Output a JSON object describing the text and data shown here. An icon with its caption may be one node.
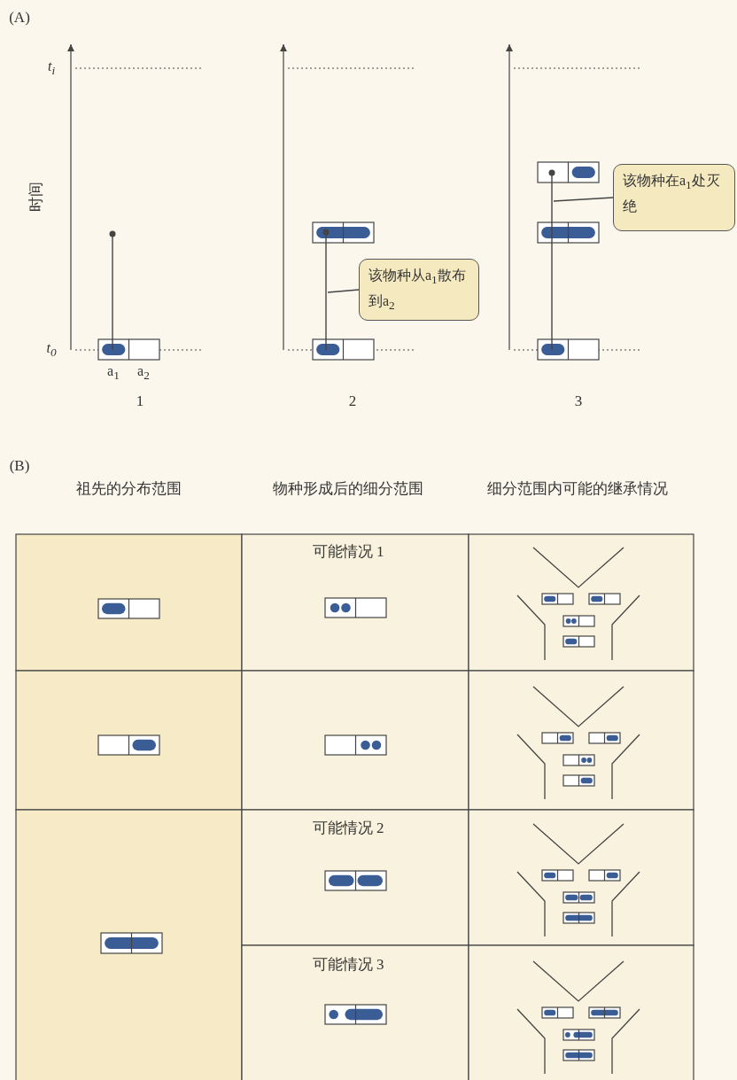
{
  "diagram": {
    "nodes": [
      {
        "text": [
          "该物种从a$_{1}$散布到a$_{2}$"
        ]
      },
      {
        "text": [
          "该物种在a$_{1}$处灭绝"
        ]
      }
    ],
    "edges": [
      {
        "from": 0,
        "to": null,
        "arrow": "none"
      },
      {
        "from": 1,
        "to": null,
        "arrow": "none"
      }
    ],
    "labels": [
      "(A)",
      "t$_{i}$",
      "时间",
      "t$_{0}$",
      "a$_{1}$",
      "a$_{2}$",
      "1",
      "2",
      "3",
      "(B)",
      "祖先的分布范围",
      "物种形成后的细分范围",
      "细分范围内可能的继承情况",
      "可能情况 1",
      "可能情况 2",
      "可能情况 3"
    ]
  }
}
